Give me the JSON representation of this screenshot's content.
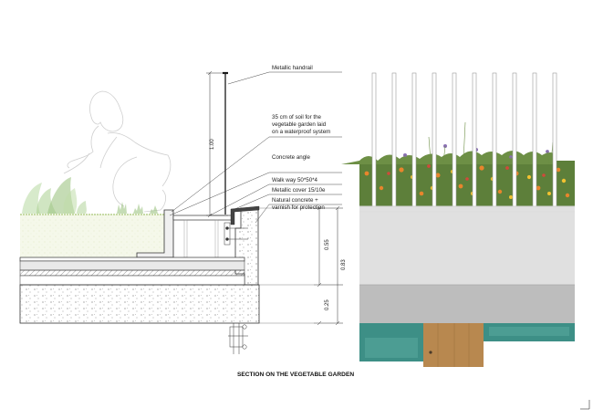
{
  "title": "SECTION ON THE VEGETABLE GARDEN",
  "labels": {
    "handrail": "Metallic handrail",
    "soil_line1": "35 cm of soil for the",
    "soil_line2": "vegetable garden laid",
    "soil_line3": "on a waterproof system",
    "concrete_angle": "Concrete angle",
    "walkway": "Walk way 50*50*4",
    "metallic_cover": "Metallic cover 15/10e",
    "natural_line1": "Natural concrete +",
    "natural_line2": "varnish for protection"
  },
  "dimensions": {
    "handrail_height": "1.00",
    "upper": "0.55",
    "total": "0.83",
    "slab": "0.25"
  },
  "colors": {
    "concrete": "#e0e0e0",
    "slab": "#bdbdbd",
    "teal": "#3d8f86",
    "timber": "#b8884f",
    "soil_green": "#eef4dc",
    "rail": "#ffffff"
  }
}
